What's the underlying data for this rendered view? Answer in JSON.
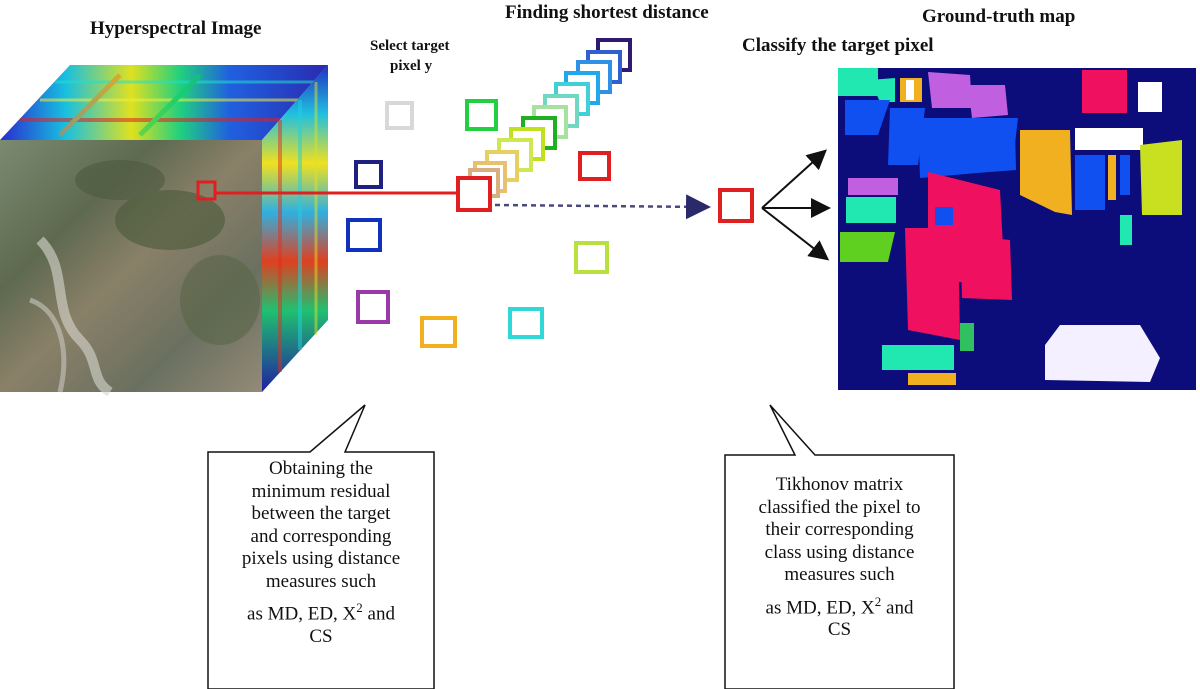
{
  "labels": {
    "hyperspectral": "Hyperspectral Image",
    "select_target_line1": "Select target",
    "select_target_line2": "pixel y",
    "finding_shortest": "Finding shortest distance",
    "ground_truth": "Ground-truth map",
    "classify": "Classify the target pixel"
  },
  "callout_left": {
    "lines": [
      "Obtaining the",
      "minimum residual",
      "between the target",
      "and corresponding",
      "pixels using distance",
      "measures such"
    ],
    "last_prefix": "as MD, ED, X",
    "last_sup": "2",
    "last_suffix": " and",
    "last_line": "CS"
  },
  "callout_right": {
    "lines": [
      "Tikhonov matrix",
      "classified the pixel to",
      "their corresponding",
      "class using distance",
      "measures such"
    ],
    "last_prefix": "as MD, ED, X",
    "last_sup": "2",
    "last_suffix": " and",
    "last_line": "CS"
  },
  "colors": {
    "target_red": "#e02020",
    "ground_truth_bg": "#0c0c7a",
    "cube_face": "#1a1aa0"
  }
}
